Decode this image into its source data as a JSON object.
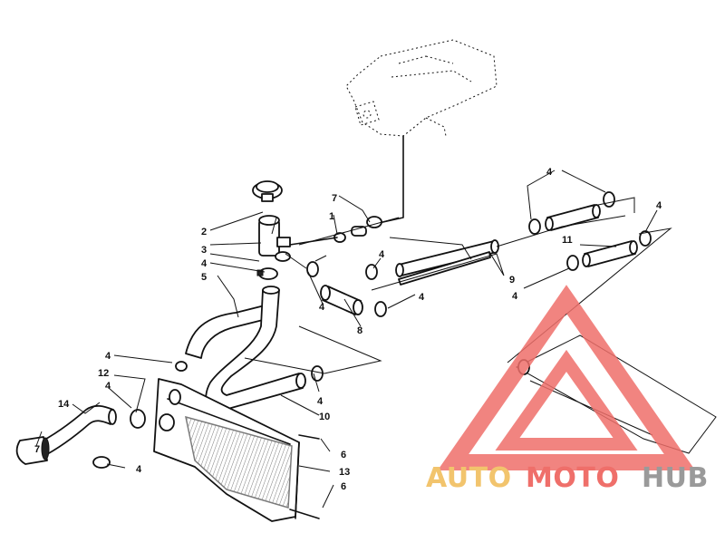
{
  "callouts": [
    {
      "id": "c1",
      "text": "1"
    },
    {
      "id": "c2",
      "text": "2"
    },
    {
      "id": "c3",
      "text": "3"
    },
    {
      "id": "c4a",
      "text": "4"
    },
    {
      "id": "c4b",
      "text": "4"
    },
    {
      "id": "c4c",
      "text": "4"
    },
    {
      "id": "c4d",
      "text": "4"
    },
    {
      "id": "c4e",
      "text": "4"
    },
    {
      "id": "c4f",
      "text": "4"
    },
    {
      "id": "c4g",
      "text": "4"
    },
    {
      "id": "c4h",
      "text": "4"
    },
    {
      "id": "c4i",
      "text": "4"
    },
    {
      "id": "c4j",
      "text": "4"
    },
    {
      "id": "c4k",
      "text": "4"
    },
    {
      "id": "c5",
      "text": "5"
    },
    {
      "id": "c6a",
      "text": "6"
    },
    {
      "id": "c6b",
      "text": "6"
    },
    {
      "id": "c7a",
      "text": "7"
    },
    {
      "id": "c7b",
      "text": "7"
    },
    {
      "id": "c8",
      "text": "8"
    },
    {
      "id": "c9",
      "text": "9"
    },
    {
      "id": "c10",
      "text": "10"
    },
    {
      "id": "c11",
      "text": "11"
    },
    {
      "id": "c12",
      "text": "12"
    },
    {
      "id": "c13",
      "text": "13"
    },
    {
      "id": "c14",
      "text": "14"
    }
  ],
  "watermark": {
    "part1": "AUTO",
    "part2": "MOTO",
    "part3": "HUB",
    "colors": {
      "part1": "#f2c46d",
      "part2": "#ef6f6a",
      "part3": "#9a9a9a",
      "triangle": "#ef6f6a"
    }
  }
}
